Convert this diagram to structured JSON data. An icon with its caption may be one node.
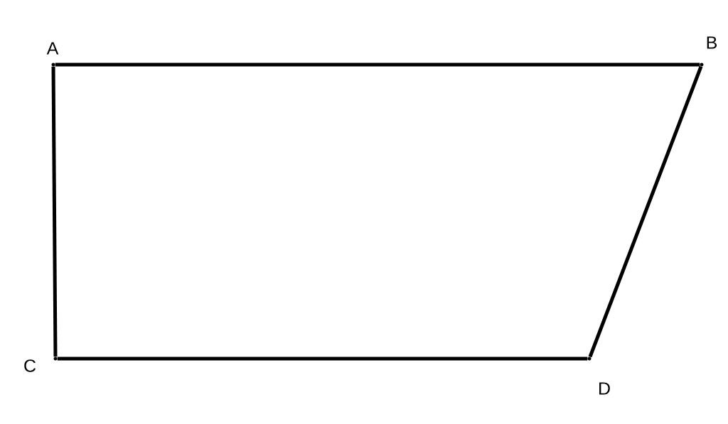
{
  "diagram": {
    "nodes": [
      {
        "text": [],
        "shape": "point",
        "beside": [
          "A"
        ]
      },
      {
        "text": [],
        "shape": "point",
        "beside": [
          "B"
        ]
      },
      {
        "text": [],
        "shape": "point",
        "beside": [
          "C"
        ]
      },
      {
        "text": [],
        "shape": "point",
        "beside": [
          "D"
        ]
      }
    ],
    "edges": [
      {
        "from": 0,
        "to": 1,
        "arrow": "none"
      },
      {
        "from": 1,
        "to": 3,
        "arrow": "none"
      },
      {
        "from": 3,
        "to": 2,
        "arrow": "none"
      },
      {
        "from": 2,
        "to": 0,
        "arrow": "none"
      }
    ]
  }
}
